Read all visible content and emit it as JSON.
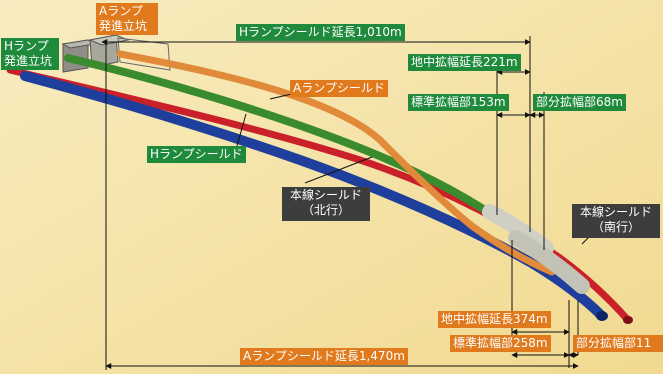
{
  "labels": {
    "h_ramp_shaft": [
      "Hランプ",
      "発進立坑"
    ],
    "a_ramp_shaft": [
      "Aランプ",
      "発進立坑"
    ],
    "h_ramp_shield_length": "Hランプシールド延長1,010m",
    "underground_widening_221": "地中拡幅延長221m",
    "a_ramp_shield": "Aランプシールド",
    "standard_widening_153": "標準拡幅部153m",
    "partial_widening_68": "部分拡幅部68m",
    "h_ramp_shield": "Hランプシールド",
    "mainline_north": [
      "本線シールド",
      "（北行）"
    ],
    "mainline_south": [
      "本線シールド",
      "（南行）"
    ],
    "underground_widening_374": "地中拡幅延長374m",
    "standard_widening_258": "標準拡幅部258m",
    "partial_widening_11": "部分拡幅部11",
    "a_ramp_shield_length": "Aランプシールド延長1,470m"
  },
  "colors": {
    "background": "#f3e2a8",
    "red_tunnel": "#c9202a",
    "blue_tunnel": "#1f3f9c",
    "green_tunnel": "#3a8a2e",
    "orange_tunnel": "#e08a3a",
    "label_green": "#1f8a3b",
    "label_orange": "#e07a1c",
    "label_dark": "#3d3d3d"
  }
}
